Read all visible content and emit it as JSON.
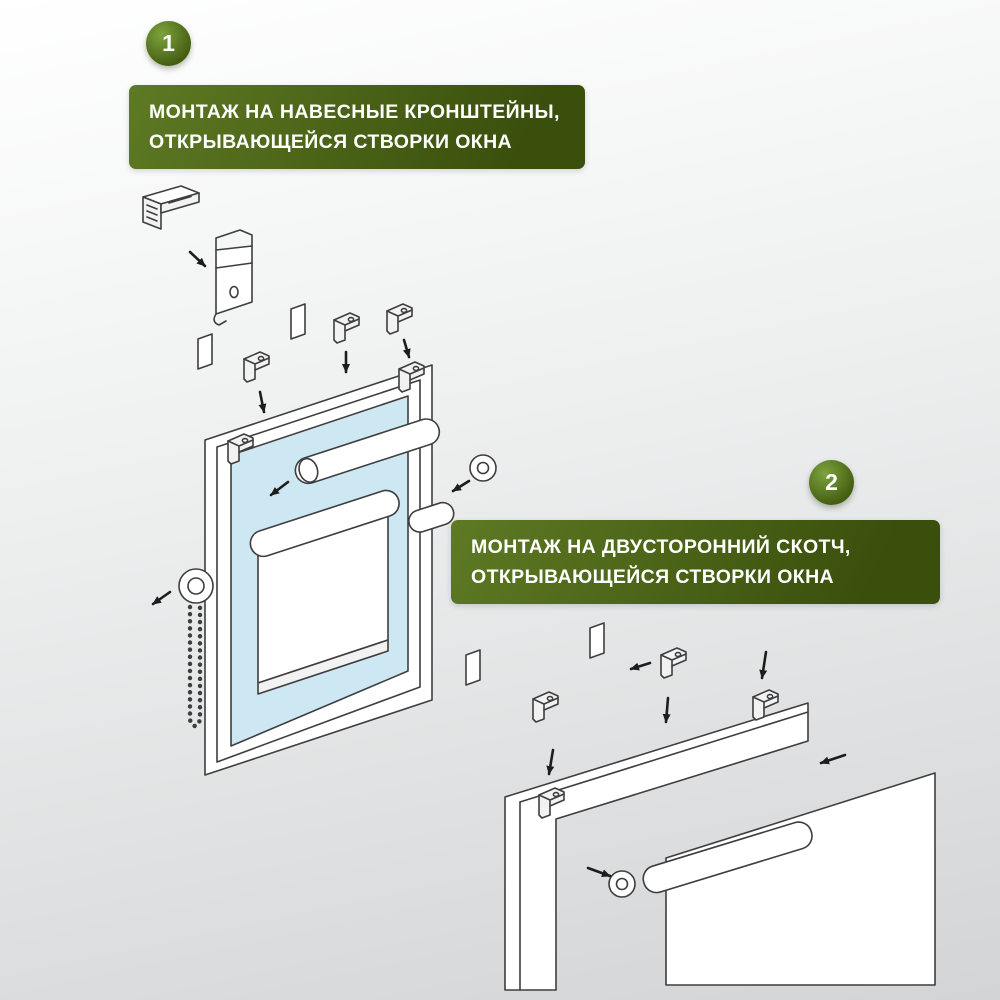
{
  "theme": {
    "banner_green_light": "#5e7a24",
    "banner_green_dark": "#3a4f0c",
    "badge_green_light": "#7ca33d",
    "badge_green_dark": "#435c10",
    "glass_blue": "#cde7f3",
    "line_color": "#3e3e3e",
    "bg_top": "#ffffff",
    "bg_bottom": "#d2d4d6",
    "text_white": "#ffffff"
  },
  "steps": [
    {
      "number": "1",
      "title_line1": "МОНТАЖ НА НАВЕСНЫЕ КРОНШТЕЙНЫ,",
      "title_line2": "ОТКРЫВАЮЩЕЙСЯ СТВОРКИ ОКНА",
      "diagram": "window-with-hanging-bracket-installation"
    },
    {
      "number": "2",
      "title_line1": "МОНТАЖ НА ДВУСТОРОННИЙ СКОТЧ,",
      "title_line2": "ОТКРЫВАЮЩЕЙСЯ СТВОРКИ ОКНА",
      "diagram": "window-corner-with-double-sided-tape-installation"
    }
  ]
}
